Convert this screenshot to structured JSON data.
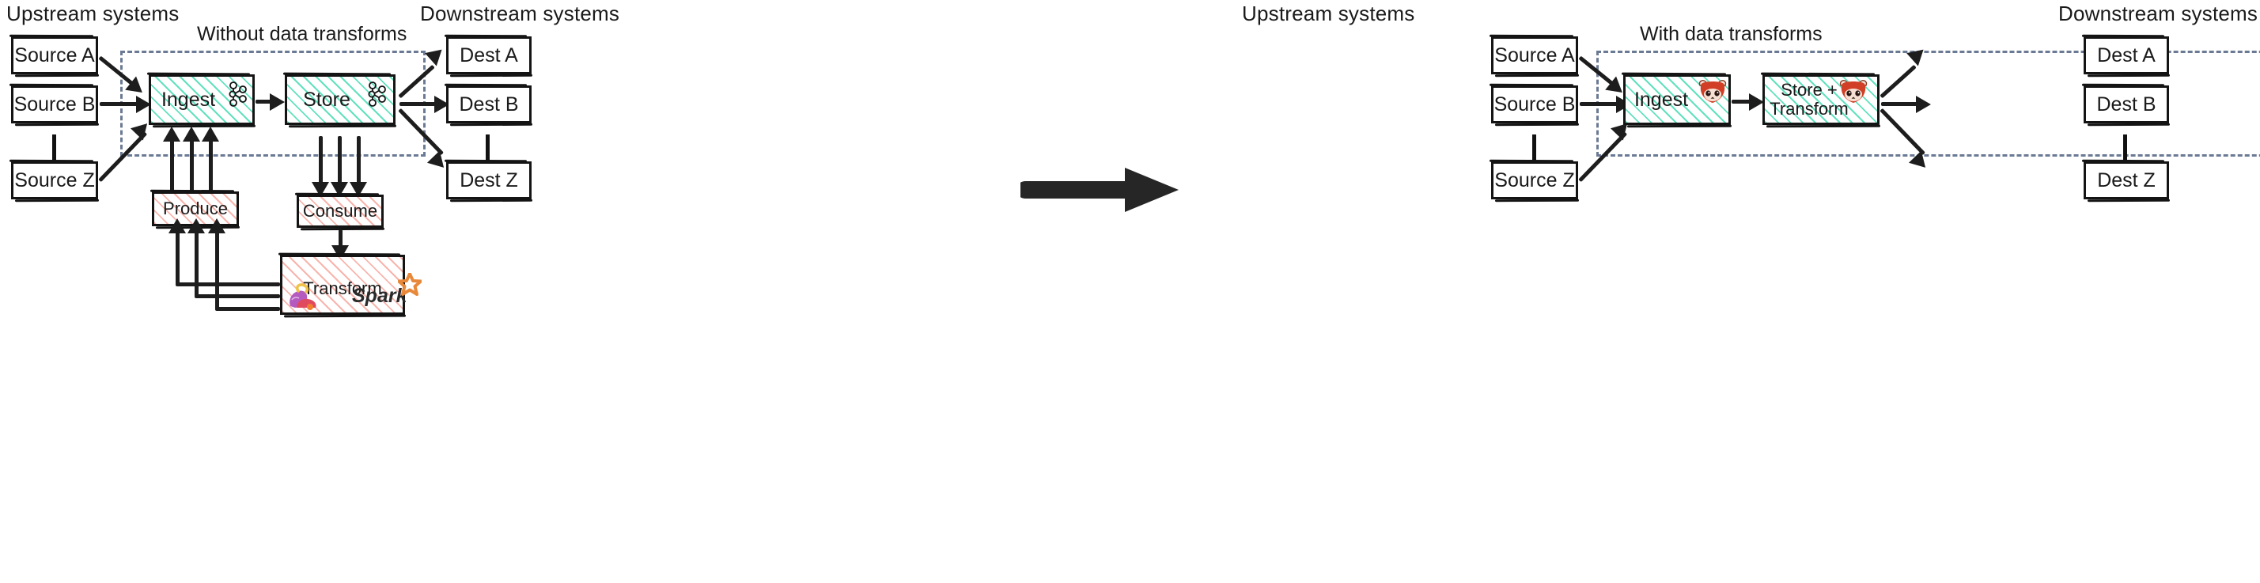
{
  "diagram": {
    "title_left": "Without data transforms",
    "title_right": "With data transforms",
    "left_panel": {
      "upstream_label": "Upstream systems",
      "downstream_label": "Downstream systems",
      "sources": [
        "Source A",
        "Source B",
        "Source Z"
      ],
      "destinations": [
        "Dest A",
        "Dest B",
        "Dest Z"
      ],
      "pipeline": [
        {
          "label": "Ingest",
          "icon": "kafka-icon",
          "fill": "teal-hatch"
        },
        {
          "label": "Store",
          "icon": "kafka-icon",
          "fill": "teal-hatch"
        }
      ],
      "external_stages": [
        {
          "label": "Produce",
          "fill": "pink-hatch"
        },
        {
          "label": "Consume",
          "fill": "pink-hatch"
        },
        {
          "label": "Transform",
          "fill": "pink-hatch",
          "icons": [
            "flink-icon",
            "spark-icon"
          ]
        }
      ],
      "transform_logos": {
        "flink": "Flink",
        "spark": "Spark"
      }
    },
    "right_panel": {
      "upstream_label": "Upstream systems",
      "downstream_label": "Downstream systems",
      "sources": [
        "Source A",
        "Source B",
        "Source Z"
      ],
      "destinations": [
        "Dest A",
        "Dest B",
        "Dest Z"
      ],
      "pipeline": [
        {
          "label": "Ingest",
          "icon": "redpanda-icon",
          "fill": "teal-hatch"
        },
        {
          "label": "Store +\nTransform",
          "line1": "Store +",
          "line2": "Transform",
          "icon": "redpanda-icon",
          "fill": "teal-hatch"
        }
      ]
    },
    "center_arrow": "transition-arrow",
    "colors": {
      "teal_hatch": "#46dcb4",
      "pink_hatch": "#f5a096",
      "dashed_boundary": "#6b7a94",
      "stroke": "#141414",
      "spark_orange": "#e8883a",
      "redpanda_red": "#d14026"
    }
  }
}
